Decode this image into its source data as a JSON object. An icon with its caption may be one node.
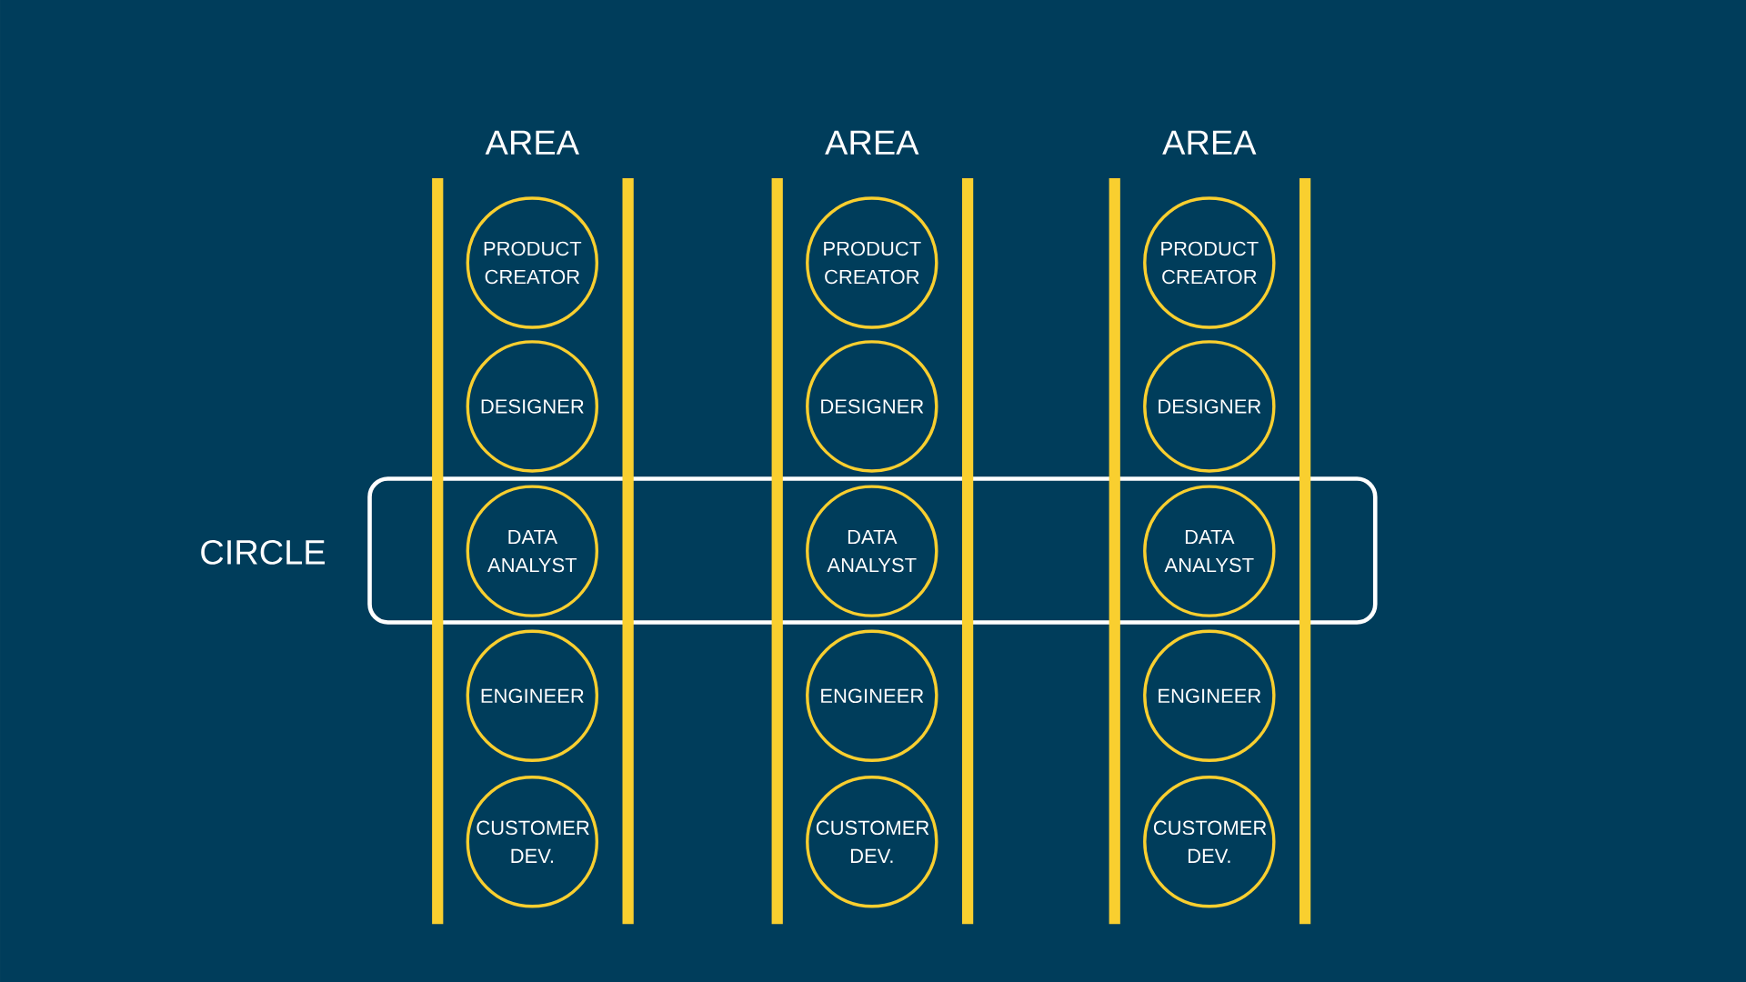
{
  "diagram": {
    "nodes": [
      {
        "text": [
          "AREA"
        ]
      },
      {
        "text": [
          "PRODUCT CREATOR"
        ],
        "in": 0
      },
      {
        "text": [
          "DESIGNER"
        ],
        "in": 0
      },
      {
        "text": [
          "DATA ANALYST"
        ]
      },
      {
        "text": [
          "ENGINEER"
        ],
        "in": 0
      },
      {
        "text": [
          "CUSTOMER DEV."
        ],
        "in": 0
      },
      {
        "text": [
          "AREA"
        ]
      },
      {
        "text": [
          "PRODUCT CREATOR"
        ],
        "in": 6
      },
      {
        "text": [
          "DESIGNER"
        ],
        "in": 6
      },
      {
        "text": [
          "DATA ANALYST"
        ]
      },
      {
        "text": [
          "ENGINEER"
        ],
        "in": 6
      },
      {
        "text": [
          "CUSTOMER DEV."
        ],
        "in": 6
      },
      {
        "text": [
          "AREA"
        ]
      },
      {
        "text": [
          "PRODUCT CREATOR"
        ],
        "in": 12
      },
      {
        "text": [
          "DESIGNER"
        ],
        "in": 12
      },
      {
        "text": [
          "DATA ANALYST"
        ]
      },
      {
        "text": [
          "ENGINEER"
        ],
        "in": 12
      },
      {
        "text": [
          "CUSTOMER DEV."
        ],
        "in": 12
      },
      {
        "text": [
          "CIRCLE"
        ]
      }
    ]
  }
}
